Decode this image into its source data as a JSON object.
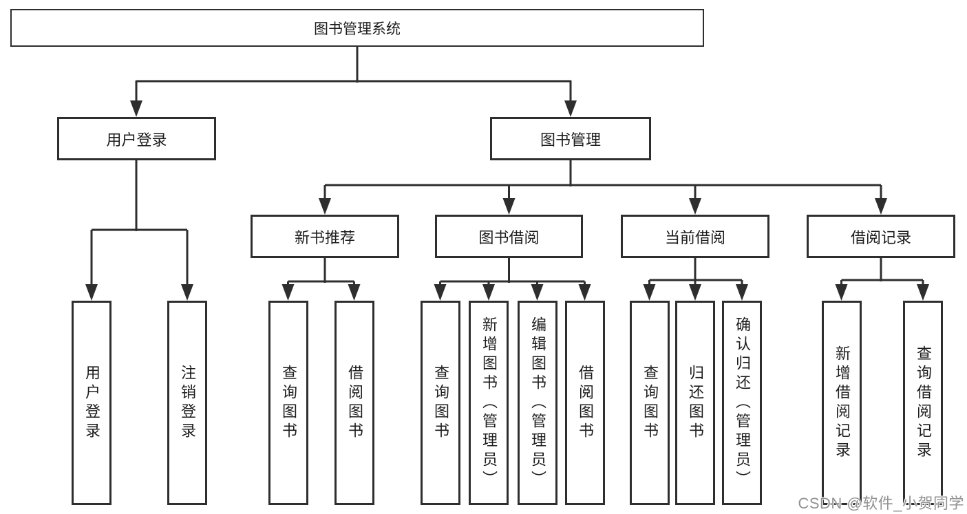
{
  "colors": {
    "line": "#2e2e2e",
    "box_border": "#2e2e2e",
    "text": "#1d1d1d",
    "watermark": "#929292",
    "background": "#ffffff"
  },
  "watermark": {
    "text": "CSDN @软件_小贺同学"
  },
  "tree": {
    "root": {
      "label": "图书管理系统"
    },
    "children": [
      {
        "label": "用户登录",
        "children": [
          {
            "label": "用户登录"
          },
          {
            "label": "注销登录"
          }
        ]
      },
      {
        "label": "图书管理",
        "children": [
          {
            "label": "新书推荐",
            "children": [
              {
                "label": "查询图书"
              },
              {
                "label": "借阅图书"
              }
            ]
          },
          {
            "label": "图书借阅",
            "children": [
              {
                "label": "查询图书"
              },
              {
                "label": "新增图书（管理员）"
              },
              {
                "label": "编辑图书（管理员）"
              },
              {
                "label": "借阅图书"
              }
            ]
          },
          {
            "label": "当前借阅",
            "children": [
              {
                "label": "查询图书"
              },
              {
                "label": "归还图书"
              },
              {
                "label": "确认归还（管理员）"
              }
            ]
          },
          {
            "label": "借阅记录",
            "children": [
              {
                "label": "新增借阅记录"
              },
              {
                "label": "查询借阅记录"
              }
            ]
          }
        ]
      }
    ]
  }
}
